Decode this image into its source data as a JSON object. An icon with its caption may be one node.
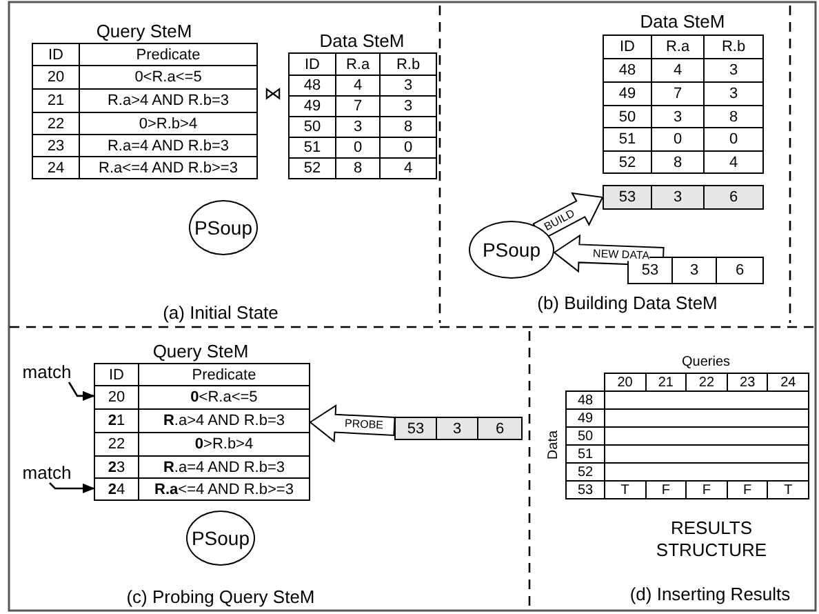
{
  "diagram": {
    "nodes": [
      {
        "text": [
          "Query SteM",
          "ID",
          "Predicate",
          "20",
          "0<R.a<=5",
          "21",
          "R.a>4 AND R.b=3",
          "22",
          "0>R.b>4",
          "23",
          "R.a=4 AND R.b=3",
          "24",
          "R.a<=4 AND R.b>=3"
        ]
      },
      {
        "text": [
          "Data SteM",
          "ID",
          "R.a",
          "R.b",
          "48",
          "4",
          "3",
          "49",
          "7",
          "3",
          "50",
          "3",
          "8",
          "51",
          "0",
          "0",
          "52",
          "8",
          "4"
        ]
      },
      {
        "text": [
          "PSoup"
        ]
      },
      {
        "text": [
          "Data SteM",
          "ID",
          "R.a",
          "R.b",
          "48",
          "4",
          "3",
          "49",
          "7",
          "3",
          "50",
          "3",
          "8",
          "51",
          "0",
          "0",
          "52",
          "8",
          "4"
        ]
      },
      {
        "text": [
          "53",
          "3",
          "6"
        ]
      },
      {
        "text": [
          "PSoup"
        ]
      },
      {
        "text": [
          "53",
          "3",
          "6"
        ]
      },
      {
        "text": [
          "Query SteM",
          "ID",
          "Predicate",
          "20",
          "**0**<R.a<=5",
          "**2**1",
          "**R**.a>4 AND R.b=3",
          "22",
          "**0**>R.b>4",
          "**2**3",
          "**R**.a=4 AND R.b=3",
          "**2**4",
          "**R.a**<=4 AND R.b>=3"
        ]
      },
      {
        "text": [
          "PSoup"
        ]
      },
      {
        "text": [
          "53",
          "3",
          "6"
        ]
      },
      {
        "text": [
          "Queries",
          "20",
          "21",
          "22",
          "23",
          "24",
          "Data",
          "48",
          "49",
          "50",
          "51",
          "52",
          "53",
          "T",
          "F",
          "F",
          "F",
          "T"
        ],
        "beside": [
          "RESULTS STRUCTURE"
        ]
      },
      {
        "text": [
          "match"
        ]
      },
      {
        "text": [
          "match"
        ]
      }
    ],
    "edges": [
      {
        "from": 5,
        "to": 4,
        "arrow": "to",
        "label": "BUILD",
        "style": "thick"
      },
      {
        "from": 6,
        "to": 5,
        "arrow": "to",
        "label": "NEW DATA",
        "style": "thick"
      },
      {
        "from": 9,
        "to": 7,
        "arrow": "to",
        "label": "PROBE",
        "style": "thick"
      },
      {
        "from": 11,
        "to": 7,
        "arrow": "to"
      },
      {
        "from": 12,
        "to": 7,
        "arrow": "to"
      }
    ],
    "labels": [
      "⋈",
      "(a) Initial State",
      "(b) Building Data SteM",
      "(c) Probing Query SteM",
      "(d) Inserting Results"
    ]
  }
}
